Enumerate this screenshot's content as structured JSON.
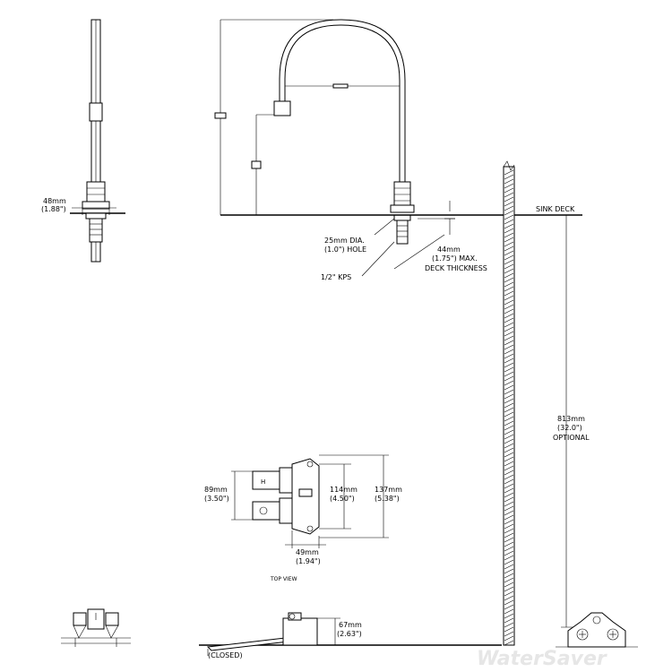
{
  "labels": {
    "side_width_mm": "48mm",
    "side_width_in": "(1.88\")",
    "sink_deck": "SINK DECK",
    "hole_mm": "25mm DIA.",
    "hole_in": "(1.0\") HOLE",
    "kps": "1/2\" KPS",
    "deck_mm": "44mm",
    "deck_in": "(1.75\") MAX.",
    "deck_note": "DECK THICKNESS",
    "pole_mm": "813mm",
    "pole_in": "(32.0\")",
    "pole_note": "OPTIONAL",
    "top_h_mm": "89mm",
    "top_h_in": "(3.50\")",
    "top_114_mm": "114mm",
    "top_114_in": "(4.50\")",
    "top_137_mm": "137mm",
    "top_137_in": "(5.38\")",
    "top_w_mm": "49mm",
    "top_w_in": "(1.94\")",
    "top_view": "TOP VIEW",
    "pedal_mm": "67mm",
    "pedal_in": "(2.63\")",
    "closed": "(CLOSED)",
    "watermark": "WaterSaver"
  }
}
